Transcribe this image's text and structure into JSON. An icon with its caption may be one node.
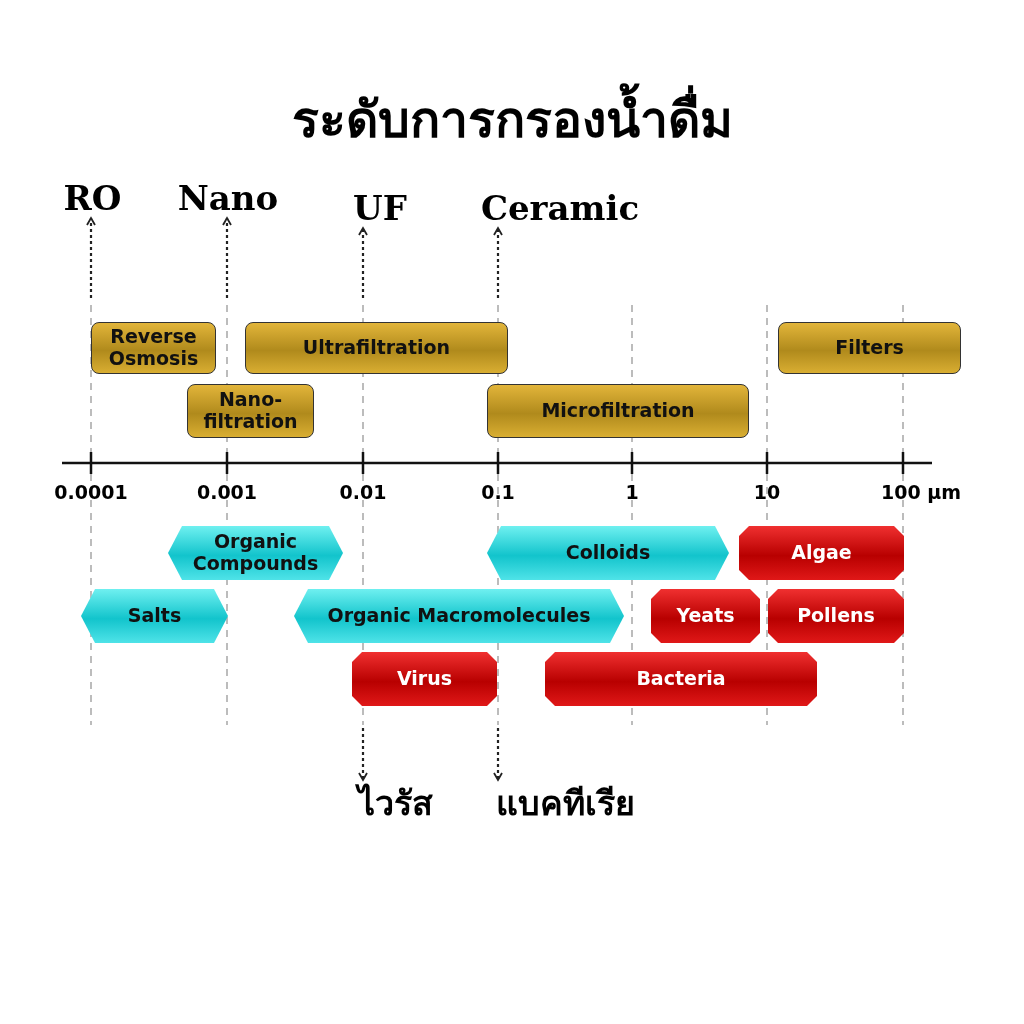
{
  "diagram": {
    "title": "ระดับการกรองน้ำดื่ม",
    "nodes": [
      {
        "text": [
          "RO"
        ]
      },
      {
        "text": [
          "Nano"
        ]
      },
      {
        "text": [
          "UF"
        ]
      },
      {
        "text": [
          "Ceramic"
        ]
      },
      {
        "text": [
          "Reverse Osmosis"
        ]
      },
      {
        "text": [
          "Ultrafiltration"
        ]
      },
      {
        "text": [
          "Filters"
        ]
      },
      {
        "text": [
          "Nano- filtration"
        ]
      },
      {
        "text": [
          "Microfiltration"
        ]
      },
      {
        "text": [
          "Organic Compounds"
        ]
      },
      {
        "text": [
          "Colloids"
        ]
      },
      {
        "text": [
          "Algae"
        ]
      },
      {
        "text": [
          "Salts"
        ]
      },
      {
        "text": [
          "Organic Macromolecules"
        ]
      },
      {
        "text": [
          "Yeats"
        ]
      },
      {
        "text": [
          "Pollens"
        ]
      },
      {
        "text": [
          "Virus"
        ]
      },
      {
        "text": [
          "Bacteria"
        ]
      },
      {
        "text": [
          "ไวรัส"
        ]
      },
      {
        "text": [
          "แบคทีเรีย"
        ]
      }
    ],
    "edges": [
      {
        "from": null,
        "to": 0,
        "arrow": "to",
        "style": "dashed"
      },
      {
        "from": null,
        "to": 1,
        "arrow": "to",
        "style": "dashed"
      },
      {
        "from": null,
        "to": 2,
        "arrow": "to",
        "style": "dashed"
      },
      {
        "from": null,
        "to": 3,
        "arrow": "to",
        "style": "dashed"
      },
      {
        "from": null,
        "to": 18,
        "arrow": "to",
        "style": "dashed"
      },
      {
        "from": null,
        "to": 19,
        "arrow": "to",
        "style": "dashed"
      }
    ],
    "labels": [
      "0.0001",
      "0.001",
      "0.01",
      "0.1",
      "1",
      "10",
      "100 µm"
    ]
  }
}
